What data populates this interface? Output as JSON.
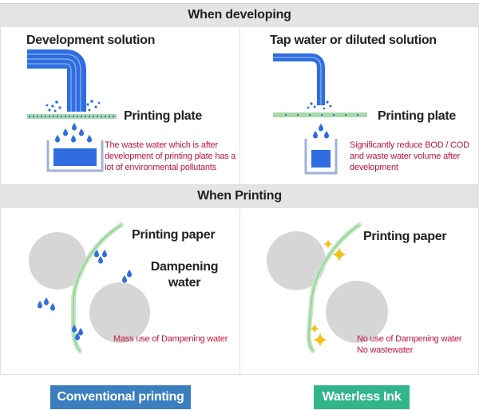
{
  "sections": {
    "developing": "When developing",
    "printing": "When Printing"
  },
  "develop_left": {
    "solution": "Development solution",
    "plate": "Printing plate",
    "note": "The waste water which is after development of printing plate has a lot of environmental pollutants"
  },
  "develop_right": {
    "solution": "Tap water or diluted solution",
    "plate": "Printing plate",
    "note": "Significantly reduce BOD / COD and waste water volume after development"
  },
  "print_left": {
    "paper": "Printing paper",
    "dampening": "Dampening water",
    "note": "Mass use of Dampening water"
  },
  "print_right": {
    "paper": "Printing paper",
    "note_line1": "No use of Dampening water",
    "note_line2": "No wastewater"
  },
  "buttons": {
    "conventional": "Conventional printing",
    "waterless": "Waterless Ink"
  },
  "colors": {
    "conventional_bg": "#3b7fc0",
    "waterless_bg": "#33b58c",
    "water_blue": "#2f6de0",
    "plate_green": "#a8d9a8",
    "note_red": "#c0143c",
    "roller_gray": "#d6d6d6",
    "sparkle": "#f4c21c"
  }
}
